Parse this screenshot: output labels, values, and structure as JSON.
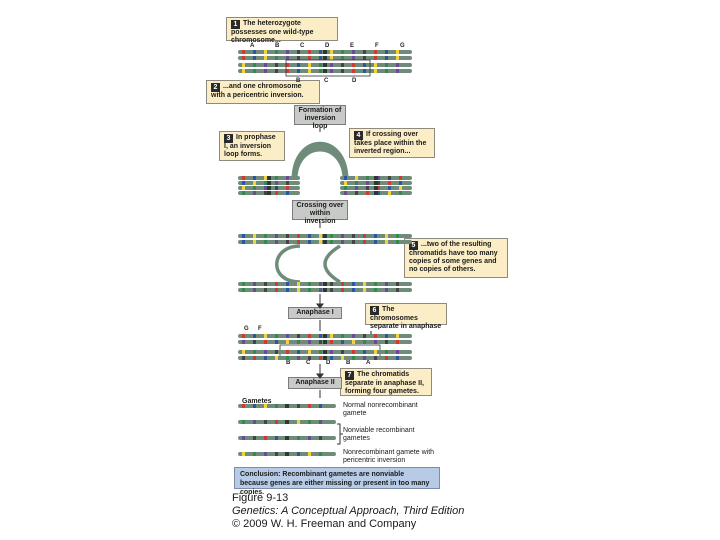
{
  "callouts": {
    "c1": {
      "num": "1",
      "text": "The heterozygote possesses one wild-type chromosome..."
    },
    "c2": {
      "num": "2",
      "text": "...and one chromosome with a pericentric inversion."
    },
    "c3": {
      "num": "3",
      "text": "In prophase I, an inversion loop forms."
    },
    "c4": {
      "num": "4",
      "text": "If crossing over takes place within the inverted region..."
    },
    "c5": {
      "num": "5",
      "text": "...two of the resulting chromatids have too many copies of some genes and no copies of others."
    },
    "c6": {
      "num": "6",
      "text": "The chromosomes separate in anaphase I."
    },
    "c7": {
      "num": "7",
      "text": "The chromatids separate in anaphase II, forming four gametes."
    }
  },
  "stages": {
    "loop": "Formation of inversion loop",
    "crossing": "Crossing over within inversion",
    "anaphase1": "Anaphase I",
    "anaphase2": "Anaphase II"
  },
  "gene_labels": {
    "top": [
      "A",
      "B",
      "C",
      "D",
      "E",
      "F",
      "G"
    ],
    "inverted": [
      "B",
      "C",
      "D"
    ],
    "anaphase1_left": [
      "G",
      "F"
    ],
    "anaphase1_right": [
      "B",
      "C",
      "D",
      "B",
      "A"
    ]
  },
  "gametes": {
    "heading": "Gametes",
    "g1": "Normal nonrecombinant gamete",
    "g2": "Nonviable recombinant gametes",
    "g3": "Nonrecombinant gamete with pericentric inversion"
  },
  "conclusion": "Conclusion: Recombinant gametes are nonviable because genes are either missing or present in too many copies.",
  "caption": {
    "figure": "Figure 9-13",
    "book": "Genetics: A Conceptual Approach, Third Edition",
    "copyright": "© 2009 W. H. Freeman and Company"
  },
  "colors": {
    "chromosome": "#6f8c7a",
    "gene_red": "#d23a2f",
    "gene_blue": "#2a56a4",
    "gene_yellow": "#f2d43a",
    "gene_green": "#2f8c4a",
    "gene_purple": "#6b4a9a",
    "callout_bg": "#fbeec6",
    "conclusion_bg": "#b7cbe6"
  }
}
